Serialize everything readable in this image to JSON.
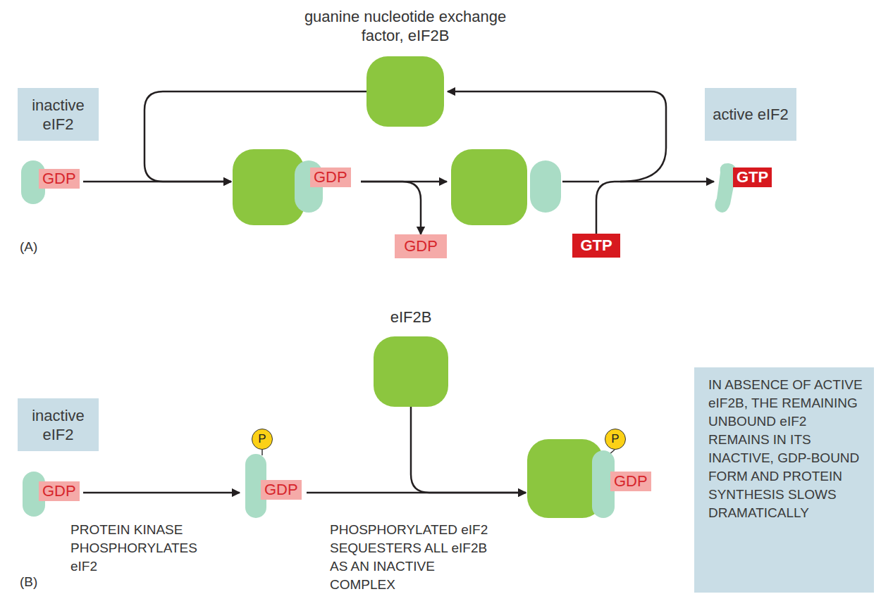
{
  "diagram": {
    "nodes": [
      {
        "text": [
          "inactive eIF2"
        ]
      },
      {
        "text": [
          "guanine nucleotide exchange factor, eIF2B"
        ]
      },
      {
        "text": [
          "GDP"
        ]
      },
      {
        "text": [
          "GDP"
        ]
      },
      {
        "text": [
          "GDP"
        ]
      },
      {
        "text": [
          "GTP"
        ]
      },
      {
        "text": [
          "GTP"
        ]
      },
      {
        "text": [
          "active eIF2"
        ]
      },
      {
        "text": [
          "inactive eIF2"
        ]
      },
      {
        "text": [
          "GDP"
        ]
      },
      {
        "text": [
          "GDP"
        ]
      },
      {
        "text": [
          "P"
        ],
        "in": 10
      },
      {
        "text": [
          "eIF2B"
        ]
      },
      {
        "text": [
          "GDP"
        ]
      },
      {
        "text": [
          "P"
        ],
        "in": 13
      },
      {
        "text": [
          "IN ABSENCE OF ACTIVE eIF2B, THE REMAINING UNBOUND eIF2 REMAINS IN ITS INACTIVE, GDP-BOUND FORM AND PROTEIN SYNTHESIS SLOWS DRAMATICALLY"
        ]
      }
    ],
    "edges": [
      {
        "from": 1,
        "to": 3,
        "arrow": "to"
      },
      {
        "from": 2,
        "to": 3,
        "arrow": "to"
      },
      {
        "from": 3,
        "to": 4,
        "arrow": "to"
      },
      {
        "from": 5,
        "to": 6,
        "arrow": "to"
      },
      {
        "from": 9,
        "to": 10,
        "arrow": "to"
      },
      {
        "from": 10,
        "to": 13,
        "arrow": "to"
      },
      {
        "from": 12,
        "to": 13,
        "arrow": "to"
      }
    ],
    "labels": [
      "(A)",
      "PROTEIN KINASE PHOSPHORYLATES eIF2",
      "PHOSPHORYLATED eIF2 SEQUESTERS ALL eIF2B AS AN INACTIVE COMPLEX",
      "(B)"
    ]
  }
}
